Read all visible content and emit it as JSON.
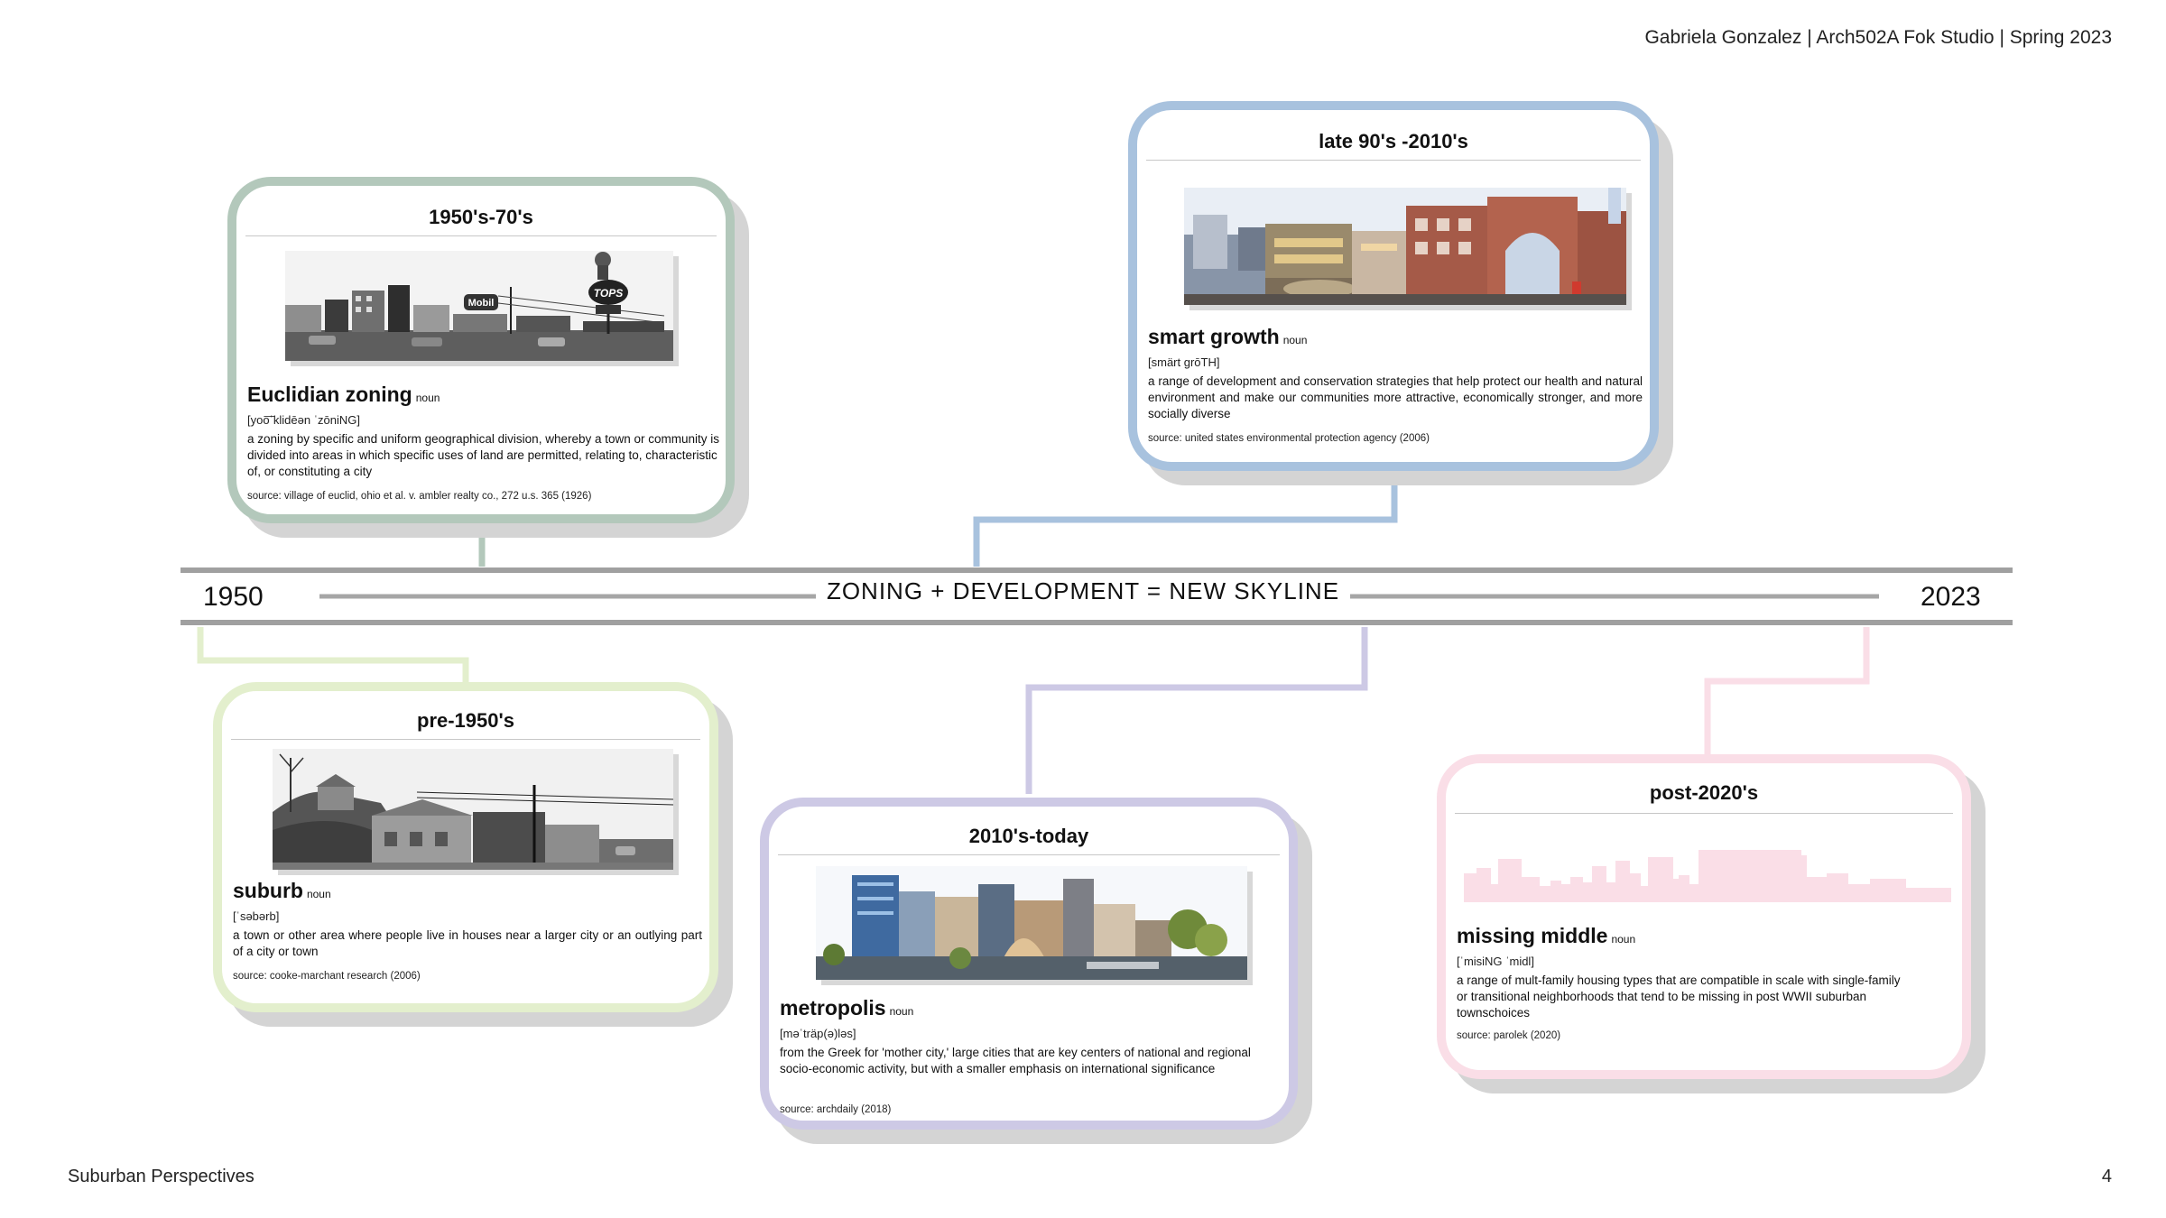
{
  "header": {
    "credit": "Gabriela Gonzalez | Arch502A Fok Studio | Spring 2023"
  },
  "footer": {
    "project": "Suburban Perspectives",
    "page_number": "4"
  },
  "timeline": {
    "title": "ZONING + DEVELOPMENT = NEW SKYLINE",
    "start_year": "1950",
    "end_year": "2023"
  },
  "colors": {
    "green": "#b3c8bb",
    "blue": "#a8c2de",
    "lime": "#e3efcd",
    "purple": "#cdc9e5",
    "pink": "#fadee7",
    "axis": "#9a9a9a"
  },
  "cards": {
    "c1950s": {
      "era": "1950's-70's",
      "term": "Euclidian zoning",
      "pos": "noun",
      "pronunciation": "[yoo͞ˈklidēən ˈzōniNG]",
      "definition": "a zoning by specific and uniform geographical division, whereby a town or community is divided into areas in which specific uses of land are permitted, relating to, characteristic of, or constituting a city",
      "source": "source: village of euclid, ohio et al. v. ambler realty co., 272 u.s. 365 (1926)",
      "image_labels": {
        "sign1": "Mobil",
        "sign2": "TOPS"
      }
    },
    "late90s": {
      "era": "late 90's -2010's",
      "term": "smart growth",
      "pos": "noun",
      "pronunciation": "[smärt grōTH]",
      "definition": "a range of development and conservation strategies that help protect our health and natural environment and make our communities more attractive, economically stronger, and more socially diverse",
      "source": "source: united states environmental protection agency (2006)"
    },
    "pre1950s": {
      "era": "pre-1950's",
      "term": "suburb",
      "pos": "noun",
      "pronunciation": "[ˈsəbərb]",
      "definition": "a town or other area where people live in houses near a larger city or an outlying part of a city or town",
      "source": "source: cooke-marchant research (2006)"
    },
    "today": {
      "era": "2010's-today",
      "term": "metropolis",
      "pos": "noun",
      "pronunciation": "[məˈträp(ə)ləs]",
      "definition": "from the Greek for 'mother city,' large cities that are key centers of national and regional socio-economic activity, but with a smaller emphasis on international significance",
      "source": "source: archdaily (2018)"
    },
    "post2020": {
      "era": "post-2020's",
      "term": "missing middle",
      "pos": "noun",
      "pronunciation": "[ˈmisiNG ˈmidl]",
      "definition": "a range of mult-family housing types that are compatible in scale with single-family or transitional neighborhoods that tend to be missing in post WWII suburban townschoices",
      "source": "source: parolek (2020)"
    }
  }
}
